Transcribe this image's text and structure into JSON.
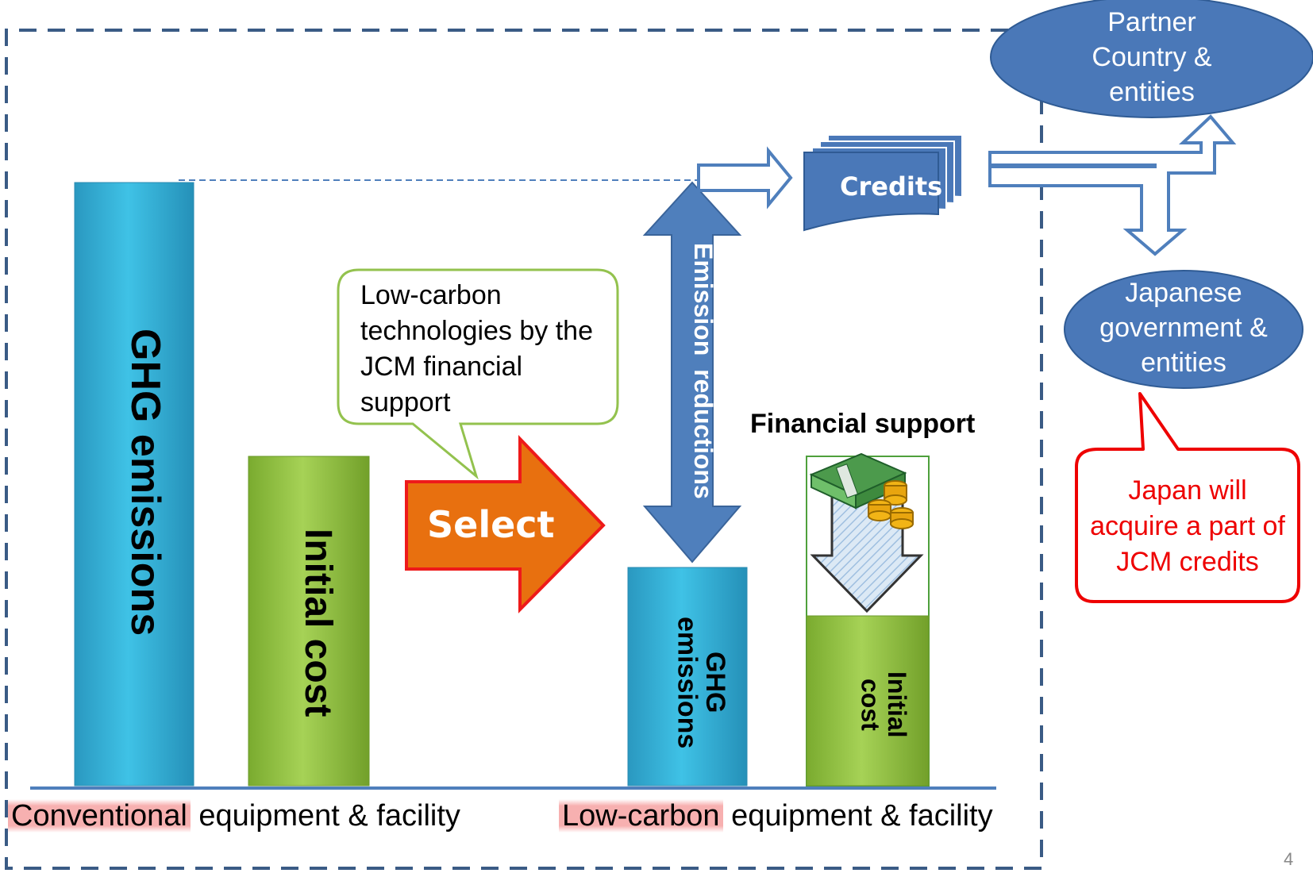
{
  "bars": {
    "conventional_ghg": "GHG emissions",
    "conventional_cost": "Initial cost",
    "lowcarbon_ghg": "GHG emissions",
    "lowcarbon_cost": "Initial cost"
  },
  "callout": "Low-carbon technologies by the JCM financial support",
  "select_arrow": "Select",
  "emission_reductions": "Emission reductions",
  "financial_support": "Financial support",
  "credits": "Credits",
  "partner_country": "Partner Country & entities",
  "japanese_government": "Japanese government & entities",
  "japan_note": "Japan will acquire a part of JCM credits",
  "axis": {
    "conventional_highlight": "Conventional",
    "conventional_rest": "equipment & facility",
    "lowcarbon_highlight": "Low-carbon",
    "lowcarbon_rest": "equipment & facility"
  },
  "page_number": "4",
  "colors": {
    "blue_bar": "#2aa8cf",
    "green_bar": "#8cbf3e",
    "select_orange": "#e8700f",
    "arrow_blue": "#4f7fbc",
    "ellipse_blue": "#4a78b8",
    "callout_red": "#ee0000",
    "callout_green_border": "#93c24e",
    "dashed_border": "#3a5b85"
  }
}
